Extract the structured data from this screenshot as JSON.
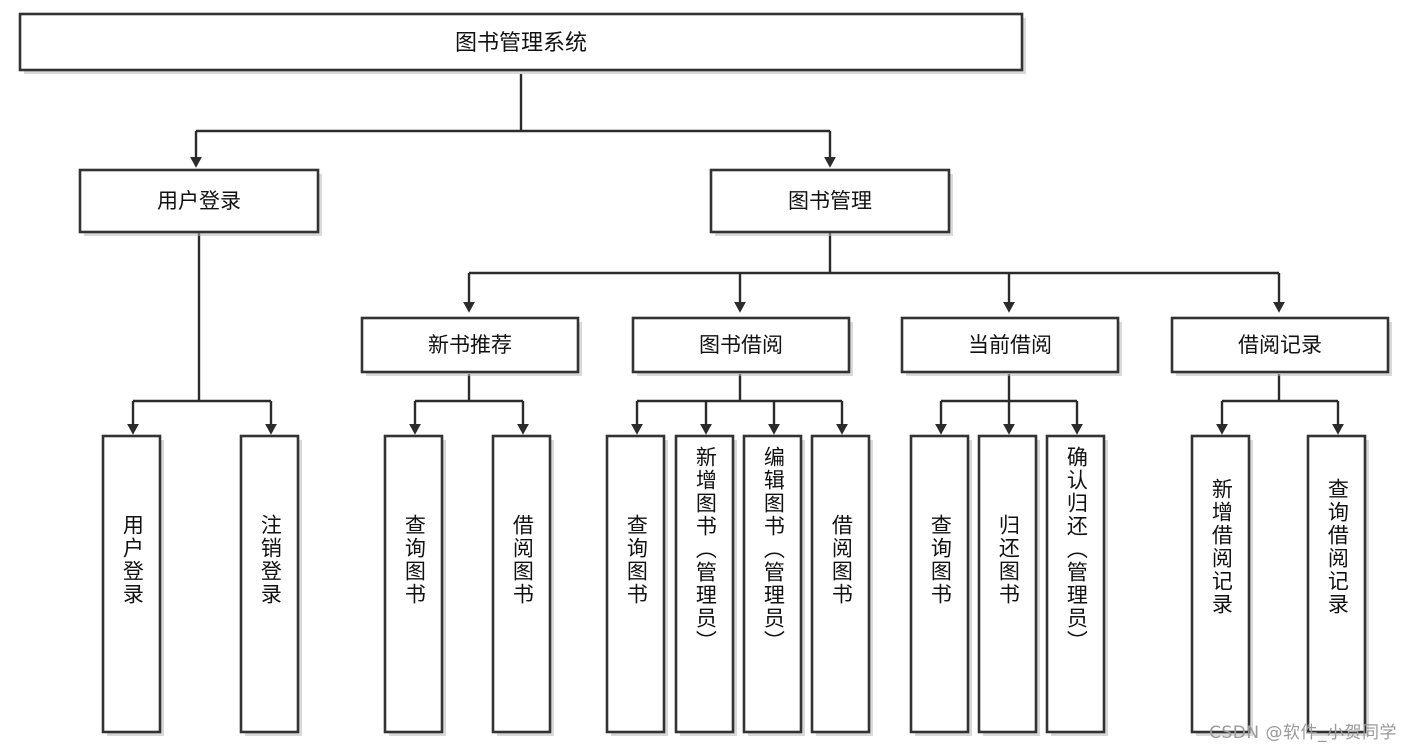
{
  "diagram": {
    "title": "图书管理系统",
    "type": "tree-hierarchy",
    "root": {
      "id": "root",
      "label": "图书管理系统"
    },
    "level2": [
      {
        "id": "user-login",
        "label": "用户登录"
      },
      {
        "id": "book-manage",
        "label": "图书管理"
      }
    ],
    "level3": [
      {
        "id": "new-book-recommend",
        "label": "新书推荐",
        "parent": "book-manage"
      },
      {
        "id": "book-borrow",
        "label": "图书借阅",
        "parent": "book-manage"
      },
      {
        "id": "current-borrow",
        "label": "当前借阅",
        "parent": "book-manage"
      },
      {
        "id": "borrow-record",
        "label": "借阅记录",
        "parent": "book-manage"
      }
    ],
    "leaves": [
      {
        "id": "leaf-user-login",
        "label": "用户登录",
        "parent": "user-login"
      },
      {
        "id": "leaf-logout",
        "label": "注销登录",
        "parent": "user-login"
      },
      {
        "id": "leaf-query-book-1",
        "label": "查询图书",
        "parent": "new-book-recommend"
      },
      {
        "id": "leaf-borrow-book-1",
        "label": "借阅图书",
        "parent": "new-book-recommend"
      },
      {
        "id": "leaf-query-book-2",
        "label": "查询图书",
        "parent": "book-borrow"
      },
      {
        "id": "leaf-add-book",
        "label": "新增图书（管理员）",
        "parent": "book-borrow"
      },
      {
        "id": "leaf-edit-book",
        "label": "编辑图书（管理员）",
        "parent": "book-borrow"
      },
      {
        "id": "leaf-borrow-book-2",
        "label": "借阅图书",
        "parent": "book-borrow"
      },
      {
        "id": "leaf-query-book-3",
        "label": "查询图书",
        "parent": "current-borrow"
      },
      {
        "id": "leaf-return-book",
        "label": "归还图书",
        "parent": "current-borrow"
      },
      {
        "id": "leaf-confirm-return",
        "label": "确认归还（管理员）",
        "parent": "current-borrow"
      },
      {
        "id": "leaf-add-record",
        "label": "新增借阅记录",
        "parent": "borrow-record"
      },
      {
        "id": "leaf-query-record",
        "label": "查询借阅记录",
        "parent": "borrow-record"
      }
    ],
    "colors": {
      "box_fill": "#ffffff",
      "box_stroke": "#333333",
      "connector": "#2b2b2b",
      "text": "#111111",
      "background": "#ffffff",
      "watermark": "#9a9a9a"
    }
  },
  "watermark": {
    "text": "CSDN @软件_小贺同学"
  }
}
